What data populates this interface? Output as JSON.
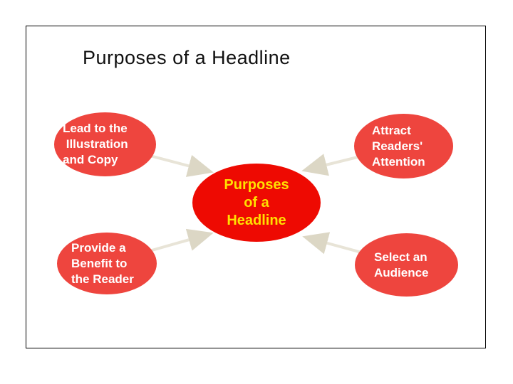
{
  "title": "Purposes of a Headline",
  "center_node": {
    "lines": [
      "Purposes",
      "of a",
      "Headline"
    ]
  },
  "nodes": {
    "top_left": {
      "lines": [
        "Lead to the",
        " Illustration",
        "and Copy"
      ]
    },
    "top_right": {
      "lines": [
        "Attract",
        "Readers'",
        "Attention"
      ]
    },
    "bottom_left": {
      "lines": [
        "Provide a",
        "Benefit to",
        "the Reader"
      ]
    },
    "bottom_right": {
      "lines": [
        "Select an",
        "Audience"
      ]
    }
  },
  "colors": {
    "corner_node_fill": "#ee453e",
    "corner_node_text": "#ffffff",
    "center_node_fill": "#ee0a02",
    "center_node_text": "#ffe000",
    "arrow_line": "#e8e4d7",
    "arrow_head": "#dcd7c5",
    "slide_border": "#000000",
    "title_text": "#111111"
  }
}
